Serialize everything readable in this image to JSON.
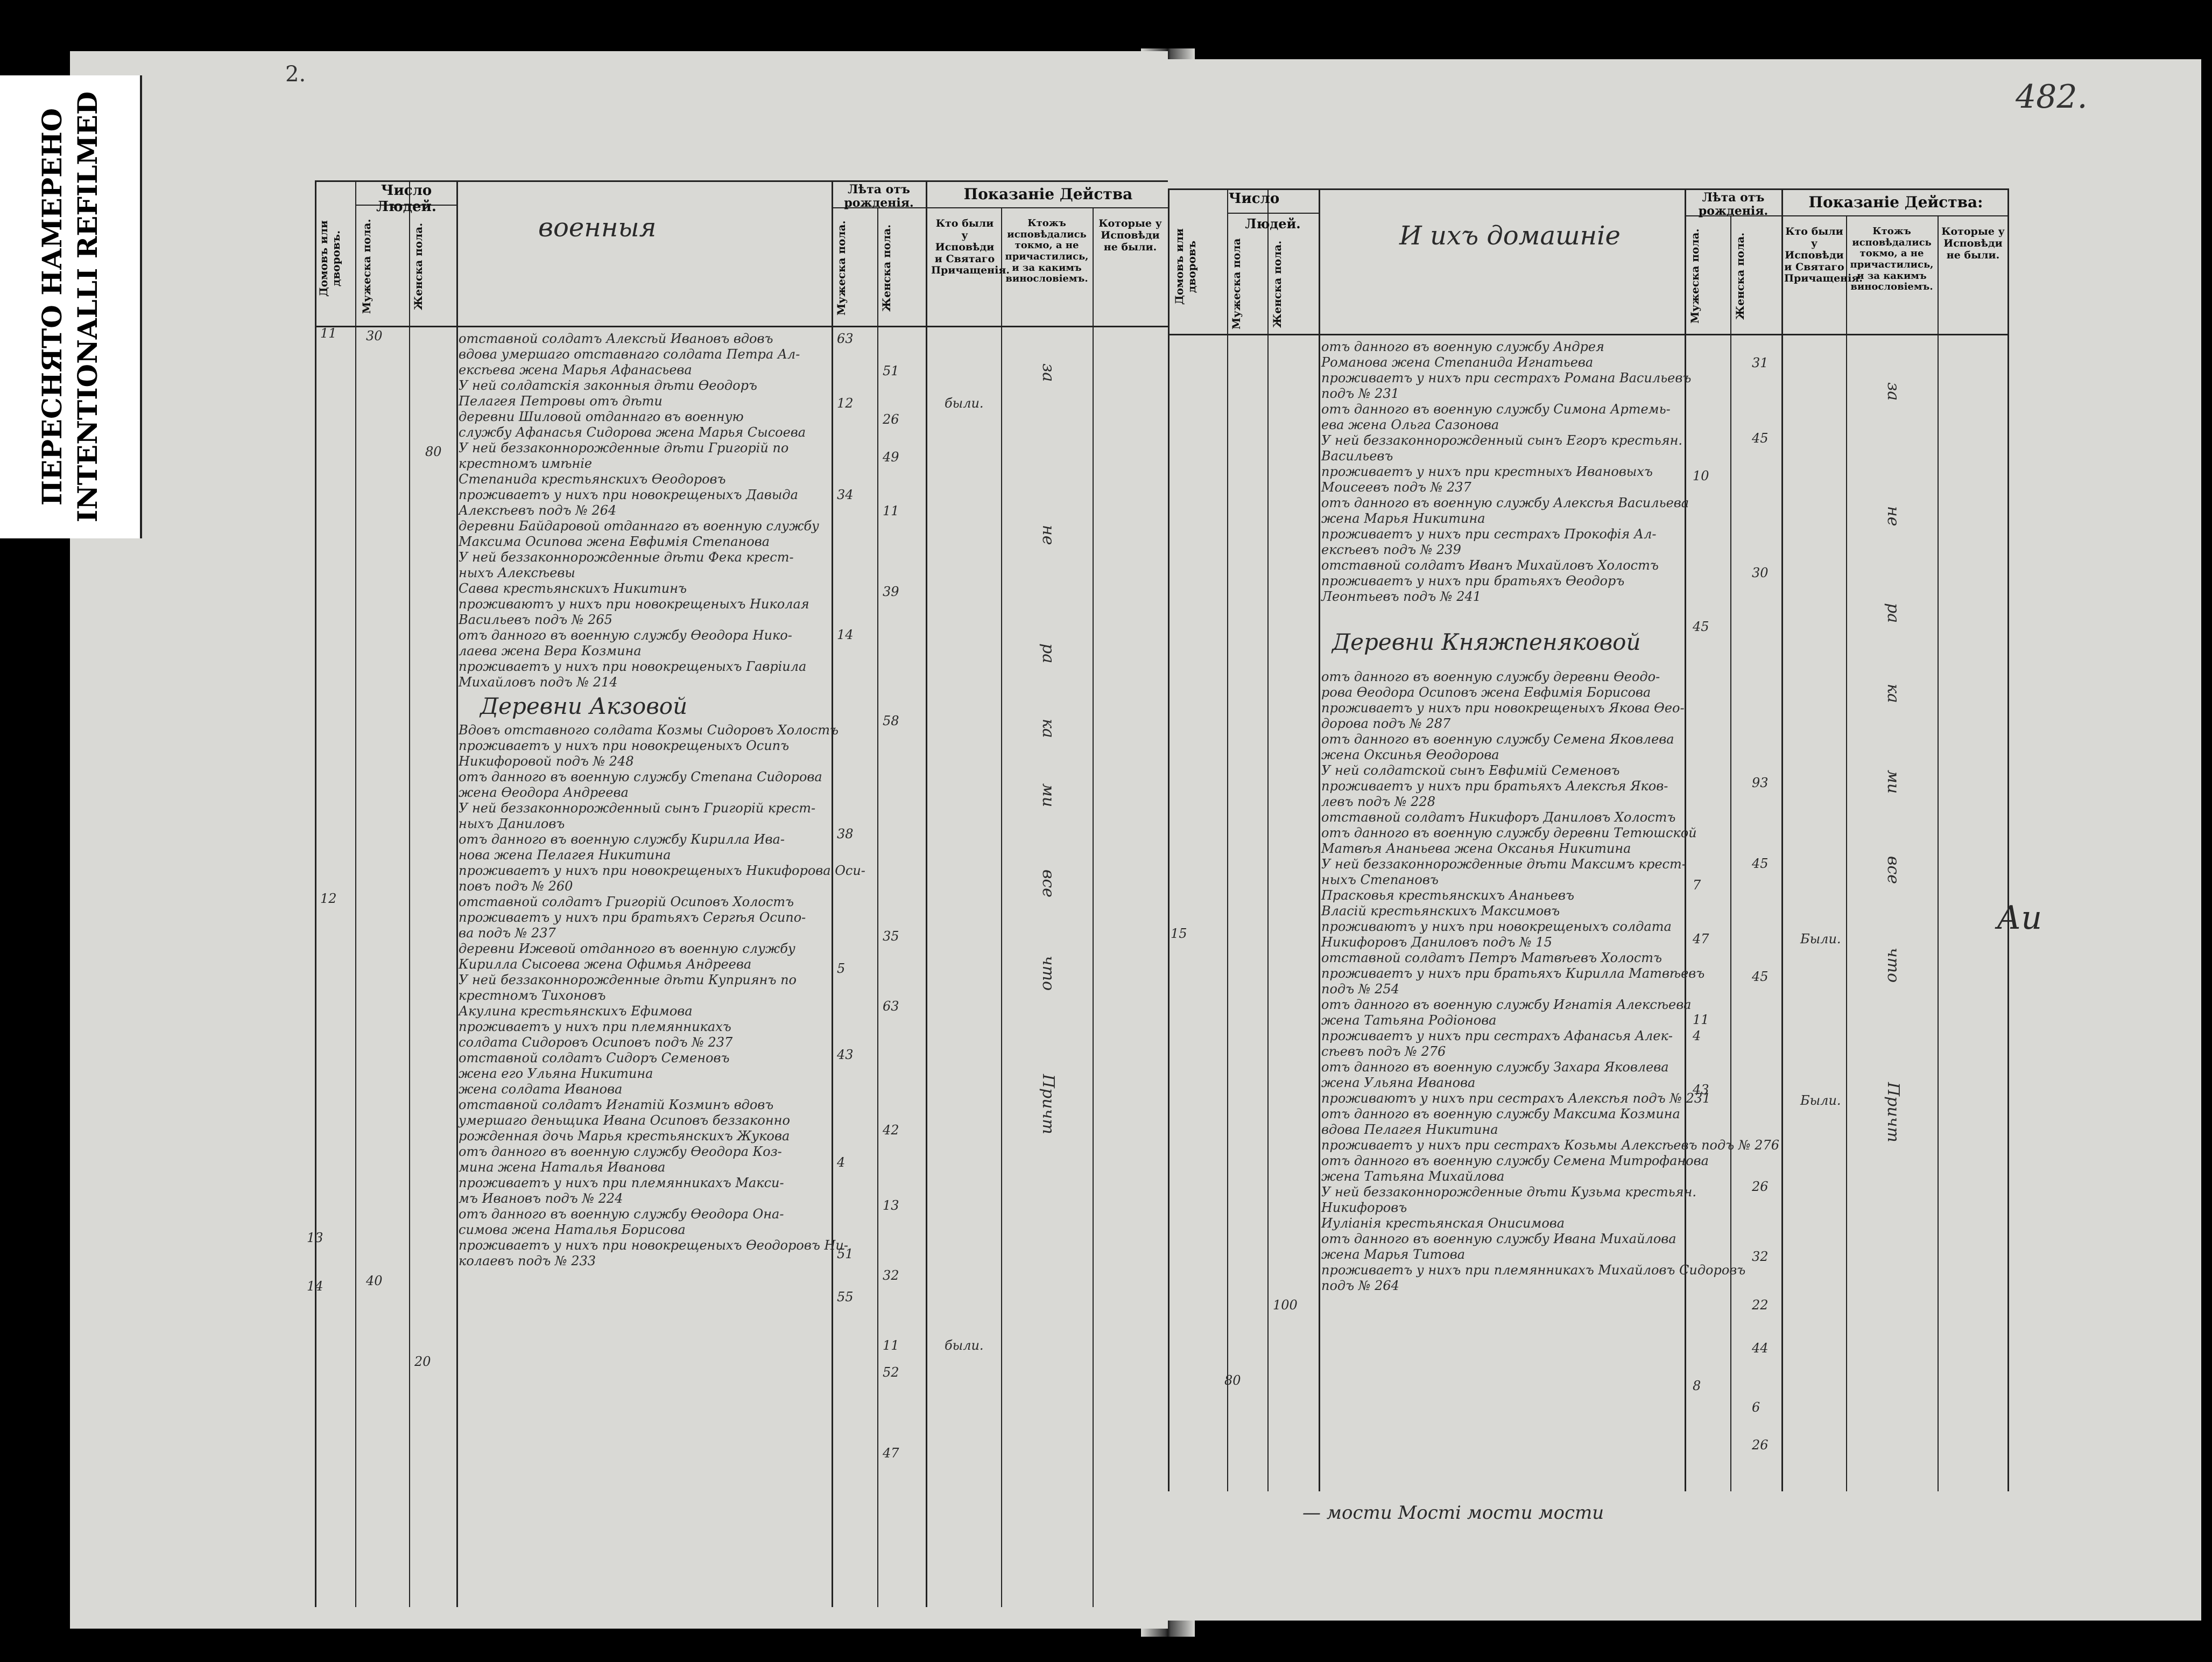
{
  "stamp": {
    "line1": "ПЕРЕСНЯТО НАМЕРЕНО",
    "line2": "INTENTIONALLI REFILMED"
  },
  "corner_marks": {
    "top_left": "2.",
    "top_right": "482."
  },
  "header_left": {
    "houses": "Домовъ или дворовъ.",
    "count_group": "Число Людей.",
    "male": "Мужеска пола.",
    "female": "Женска пола.",
    "section_title": "военныя",
    "age_group": "Лѣта отъ рожденія.",
    "age_male": "Мужеска пола.",
    "age_female": "Женска пола.",
    "actions_group": "Показаніе Действа",
    "were_at_confession": "Кто были у Исповѣди и Святаго Причащенія.",
    "only_confessed": "Ктожъ исповѣдались токмо, а не причастились, и за какимъ винословіемъ.",
    "not_confessed": "Которые у Исповѣди не были."
  },
  "header_right": {
    "count_group": "Число",
    "houses": "Домовъ или дворовъ",
    "people": "Людей.",
    "male": "Мужеска пола",
    "female": "Женска пола.",
    "section_title": "И ихъ домашніе",
    "age_group": "Лѣта отъ рожденія.",
    "age_male": "Мужеска пола.",
    "age_female": "Женска пола.",
    "actions_group": "Показаніе Действа:",
    "were_at_confession": "Кто были у Исповѣди и Святаго Причащенія.",
    "only_confessed": "Ктожъ исповѣдались токмо, а не причастились, и за какимъ винословіемъ.",
    "not_confessed": "Которые у Исповѣди не были."
  },
  "left_entries": [
    "отставной солдатъ Алексѣй Ивановъ вдовъ",
    "вдова умершаго отставнаго солдата Петра Ал-",
    "ексѣева жена Марья Афанасьева",
    "У ней солдатскія законныя дѣти Ѳеодоръ",
    "Пелагея Петровы отъ дѣти",
    "деревни Шиловой отданнаго въ военную",
    "службу Афанасья Сидорова жена Марья Сысоева",
    "У ней беззаконнорожденные дѣти Григорій по",
    "крестномъ имѣніе",
    "Степанида крестьянскихъ Ѳеодоровъ",
    "проживаетъ у нихъ при новокрещеныхъ Давыда",
    "Алексѣевъ подъ № 264",
    "деревни Байдаровой отданнаго въ военную службу",
    "Максима Осипова жена Евфимія Степанова",
    "У ней беззаконнорожденные дѣти Фека крест-",
    "ныхъ Алексѣевы",
    "Савва крестьянскихъ Никитинъ",
    "проживаютъ у нихъ при новокрещеныхъ Николая",
    "Васильевъ подъ № 265",
    "отъ данного въ военную службу Ѳеодора Нико-",
    "лаева жена Вера Козмина",
    "проживаетъ у нихъ при новокрещеныхъ Гавріила",
    "Михайловъ подъ № 214",
    "Деревни Акзовой",
    "Вдовъ отставного солдата Козмы Сидоровъ Холостъ",
    "проживаетъ у нихъ при новокрещеныхъ Осипъ",
    "Никифоровой подъ № 248",
    "отъ данного въ военную службу Степана Сидорова",
    "жена Ѳеодора Андреева",
    "У ней беззаконнорожденный сынъ Григорій крест-",
    "ныхъ Даниловъ",
    "отъ данного въ военную службу Кирилла Ива-",
    "нова жена Пелагея Никитина",
    "проживаетъ у нихъ при новокрещеныхъ Никифорова Оси-",
    "повъ подъ № 260",
    "отставной солдатъ Григорій Осиповъ Холостъ",
    "проживаетъ у нихъ при братьяхъ Сергѣя Осипо-",
    "ва подъ № 237",
    "деревни Ижевой отданного въ военную службу",
    "Кирилла Сысоева жена Офимья Андреева",
    "У ней беззаконнорожденные дѣти Куприянъ по",
    "крестномъ Тихоновъ",
    "Акулина крестьянскихъ Ефимова",
    "проживаетъ у нихъ при племянникахъ",
    "солдата Сидоровъ Осиповъ подъ № 237",
    "отставной солдатъ Сидоръ Семеновъ",
    "жена его Ульяна Никитина",
    "жена солдата Иванова",
    "отставной солдатъ Игнатій Козминъ вдовъ",
    "умершаго деньщика Ивана Осиповъ беззаконно",
    "рожденная дочь Марья крестьянскихъ Жукова",
    "отъ данного въ военную службу Ѳеодора Коз-",
    "мина жена Наталья Иванова",
    "проживаетъ у нихъ при племянникахъ Макси-",
    "мъ Ивановъ подъ № 224",
    "отъ данного въ военную службу Ѳеодора Она-",
    "симова жена Наталья Борисова",
    "проживаетъ у нихъ при новокрещеныхъ Ѳеодоровъ Ни-",
    "колаевъ подъ № 233"
  ],
  "left_numbers": {
    "houses": [
      "11",
      "12",
      "13",
      "14"
    ],
    "male": [
      "30",
      "40"
    ],
    "female": [
      "80",
      "20"
    ],
    "age_male": [
      "63",
      "12",
      "34",
      "14",
      "38",
      "5",
      "43",
      "4",
      "51",
      "55"
    ],
    "age_female": [
      "51",
      "26",
      "49",
      "11",
      "39",
      "58",
      "35",
      "63",
      "42",
      "13",
      "32",
      "11",
      "52",
      "47"
    ],
    "were_at": [
      "были.",
      "были."
    ],
    "only_confessed": [
      "за",
      "не",
      "ра",
      "ка",
      "ми",
      "все",
      "что",
      "Причт"
    ]
  },
  "right_entries": [
    "отъ данного въ военную службу Андрея",
    "Романова жена Степанида Игнатьева",
    "проживаетъ у нихъ при сестрахъ Романа Васильевъ",
    "подъ № 231",
    "отъ данного въ военную службу Симона Артемь-",
    "ева жена Ольга Сазонова",
    "У ней беззаконнорожденный сынъ Егоръ крестьян.",
    "Васильевъ",
    "проживаетъ у нихъ при крестныхъ Ивановыхъ",
    "Моисеевъ подъ № 237",
    "отъ данного въ военную службу Алексѣя Васильева",
    "жена Марья Никитина",
    "проживаетъ у нихъ при сестрахъ Прокофія Ал-",
    "ексѣевъ подъ № 239",
    "отставной солдатъ Иванъ Михайловъ Холостъ",
    "проживаетъ у нихъ при братьяхъ Ѳеодоръ",
    "Леонтьевъ подъ № 241",
    "Деревни Княжпеняковой",
    "отъ данного въ военную службу деревни Ѳеодо-",
    "рова Ѳеодора Осиповъ жена Евфимія Борисова",
    "проживаетъ у нихъ при новокрещеныхъ Якова Ѳео-",
    "дорова подъ № 287",
    "отъ данного въ военную службу Семена Яковлева",
    "жена Оксинья Ѳеодорова",
    "У ней солдатской сынъ Евфимій Семеновъ",
    "проживаетъ у нихъ при братьяхъ Алексѣя Яков-",
    "левъ подъ № 228",
    "отставной солдатъ Никифоръ Даниловъ Холостъ",
    "отъ данного въ военную службу деревни Тетюшской",
    "Матвѣя Ананьева жена Оксанья Никитина",
    "У ней беззаконнорожденные дѣти Максимъ крест-",
    "ныхъ Степановъ",
    "Прасковья крестьянскихъ Ананьевъ",
    "Власій крестьянскихъ Максимовъ",
    "проживаютъ у нихъ при новокрещеныхъ солдата",
    "Никифоровъ Даниловъ подъ № 15",
    "отставной солдатъ Петръ Матвѣевъ Холостъ",
    "проживаетъ у нихъ при братьяхъ Кирилла Матвѣевъ",
    "подъ № 254",
    "отъ данного въ военную службу Игнатія Алексѣева",
    "жена Татьяна Родіонова",
    "проживаетъ у нихъ при сестрахъ Афанасья Алек-",
    "сѣевъ подъ № 276",
    "отъ данного въ военную службу Захара Яковлева",
    "жена Ульяна Иванова",
    "проживаютъ у нихъ при сестрахъ Алексѣя подъ № 231",
    "отъ данного въ военную службу Максима Козмина",
    "вдова Пелагея Никитина",
    "проживаетъ у нихъ при сестрахъ Козьмы Алексѣевъ подъ № 276",
    "отъ данного въ военную службу Семена Митрофанова",
    "жена Татьяна Михайлова",
    "У ней беззаконнорожденные дѣти Кузьма крестьян.",
    "Никифоровъ",
    "Иуліанія крестьянская Онисимова",
    "отъ данного въ военную службу Ивана Михайлова",
    "жена Марья Титова",
    "проживаетъ у нихъ при племянникахъ Михайловъ Сидоровъ",
    "подъ № 264"
  ],
  "right_numbers": {
    "houses": [
      "15"
    ],
    "male": [
      "100"
    ],
    "female": [
      "80"
    ],
    "age_male": [
      "10",
      "45",
      "7",
      "47",
      "11",
      "4",
      "43",
      "8"
    ],
    "age_female": [
      "31",
      "45",
      "30",
      "93",
      "45",
      "45",
      "26",
      "32",
      "22",
      "44",
      "6",
      "26"
    ],
    "were_at": [
      "Были.",
      "Были."
    ],
    "only_confessed": [
      "за",
      "не",
      "ра",
      "ка",
      "ми",
      "все",
      "что",
      "Причт"
    ],
    "margin_note": "Аи"
  },
  "bottom_note": "— мости Мостi мости мости"
}
